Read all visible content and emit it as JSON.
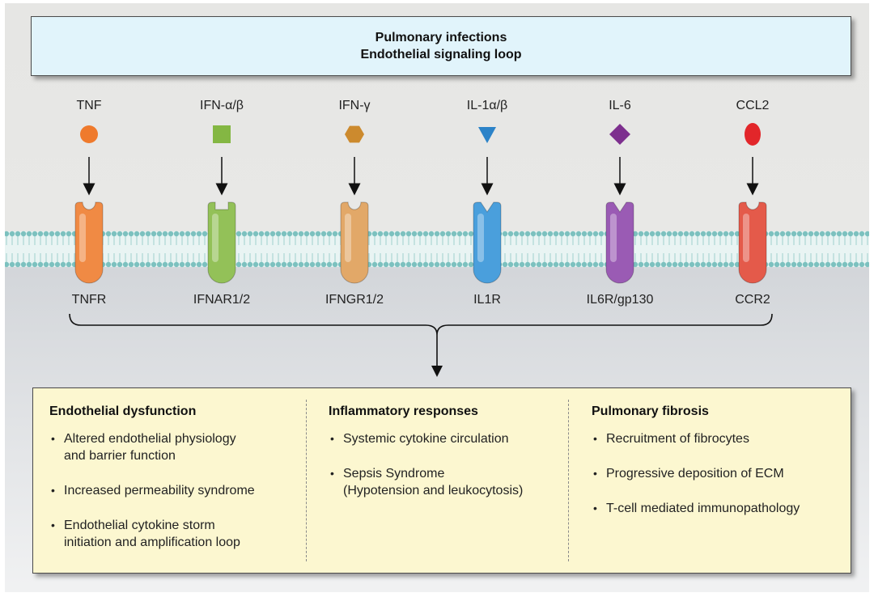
{
  "title": {
    "line1": "Pulmonary infections",
    "line2": "Endothelial signaling loop"
  },
  "ligands": [
    {
      "label": "TNF",
      "shape": "circle",
      "color": "#ef7a2c"
    },
    {
      "label": "IFN-α/β",
      "shape": "square",
      "color": "#84b743"
    },
    {
      "label": "IFN-γ",
      "shape": "hexagon",
      "color": "#cc8a2e"
    },
    {
      "label": "IL-1α/β",
      "shape": "triangle",
      "color": "#2c83c8"
    },
    {
      "label": "IL-6",
      "shape": "diamond",
      "color": "#7d2f8e"
    },
    {
      "label": "CCL2",
      "shape": "ellipse",
      "color": "#e2262a"
    }
  ],
  "receptors": [
    {
      "label": "TNFR",
      "notch": "round",
      "color": "#f08a44"
    },
    {
      "label": "IFNAR1/2",
      "notch": "square",
      "color": "#93c158"
    },
    {
      "label": "IFNGR1/2",
      "notch": "round",
      "color": "#e2a868"
    },
    {
      "label": "IL1R",
      "notch": "v",
      "color": "#4a9fdc"
    },
    {
      "label": "IL6R/gp130",
      "notch": "v",
      "color": "#9a5bb4"
    },
    {
      "label": "CCR2",
      "notch": "round",
      "color": "#e45a4a"
    }
  ],
  "effects": [
    {
      "title": "Endothelial dysfunction",
      "items": [
        [
          "Altered endothelial physiology",
          "and barrier function"
        ],
        [
          "Increased permeability syndrome"
        ],
        [
          "Endothelial cytokine storm",
          "initiation and amplification loop"
        ]
      ]
    },
    {
      "title": "Inflammatory responses",
      "items": [
        [
          "Systemic cytokine circulation"
        ],
        [
          "Sepsis Syndrome",
          "(Hypotension and leukocytosis)"
        ]
      ]
    },
    {
      "title": "Pulmonary fibrosis",
      "items": [
        [
          "Recruitment of fibrocytes"
        ],
        [
          "Progressive deposition of ECM"
        ],
        [
          "T-cell mediated immunopathology"
        ]
      ]
    }
  ],
  "colors": {
    "membrane_head": "#7cc1bf",
    "title_bg": "#e1f4fb",
    "effects_bg": "#fcf7d0"
  }
}
